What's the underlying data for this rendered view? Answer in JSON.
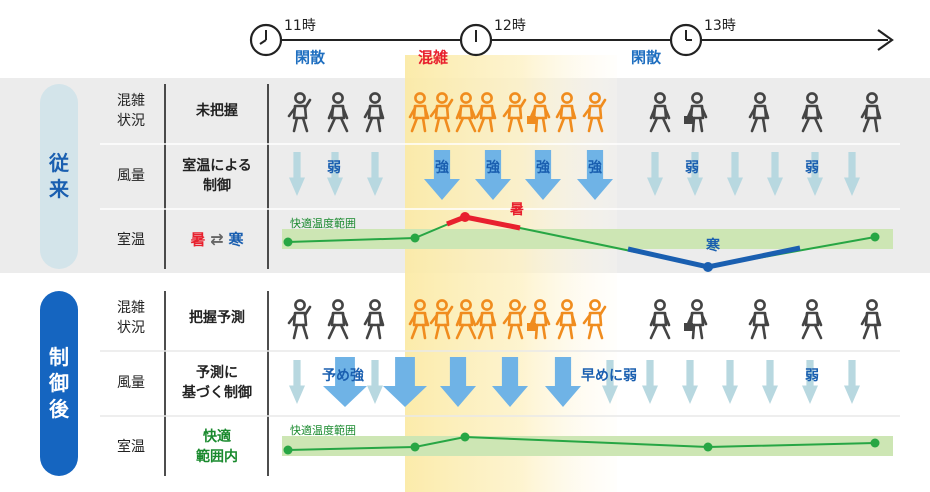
{
  "timeline": {
    "times": [
      "11時",
      "12時",
      "13時"
    ],
    "periods": [
      {
        "text": "閑散",
        "color": "#1f6fc0"
      },
      {
        "text": "混雑",
        "color": "#e8212e"
      },
      {
        "text": "閑散",
        "color": "#1f6fc0"
      }
    ]
  },
  "sections": [
    {
      "title": "従来",
      "title_bg": "#d3e4ea",
      "title_color": "#1a5fb0",
      "band_bg": "#ececec",
      "rows": [
        {
          "label": "混雑状況",
          "method": "未把握",
          "method_color": "#222222"
        },
        {
          "label": "風量",
          "method": "室温による制御",
          "method_color": "#222222"
        },
        {
          "label": "室温",
          "method_parts": [
            {
              "text": "暑",
              "color": "#e8212e"
            },
            {
              "text": "⇄",
              "color": "#666666"
            },
            {
              "text": "寒",
              "color": "#1a5fb0"
            }
          ]
        }
      ],
      "wind_labels": [
        "弱",
        "強",
        "強",
        "強",
        "強",
        "弱",
        "弱"
      ],
      "comfort_range": "快適温度範囲",
      "temp_labels": {
        "hot": "暑",
        "cold": "寒"
      }
    },
    {
      "title": "制御後",
      "title_bg": "#1565c0",
      "title_color": "#ffffff",
      "band_bg": "#ffffff",
      "rows": [
        {
          "label": "混雑状況",
          "method": "把握予測",
          "method_color": "#222222"
        },
        {
          "label": "風量",
          "method": "予測に基づく制御",
          "method_color": "#222222"
        },
        {
          "label": "室温",
          "method": "快適範囲内",
          "method_color": "#1a8a2e"
        }
      ],
      "wind_labels": [
        "予め強",
        "早めに弱",
        "弱"
      ],
      "comfort_range": "快適温度範囲"
    }
  ],
  "colors": {
    "person_normal": "#444444",
    "person_crowd": "#f08c1e",
    "arrow_light": "#b8d8e0",
    "arrow_strong": "#6fb3e6",
    "temp_line": "#27a644",
    "hot_line": "#e8212e",
    "cold_line": "#1a5fb0",
    "comfort_band": "#cde6b4"
  },
  "icons": [
    "clock-icon",
    "person-icon",
    "person-with-bag-icon",
    "down-arrow-icon"
  ]
}
